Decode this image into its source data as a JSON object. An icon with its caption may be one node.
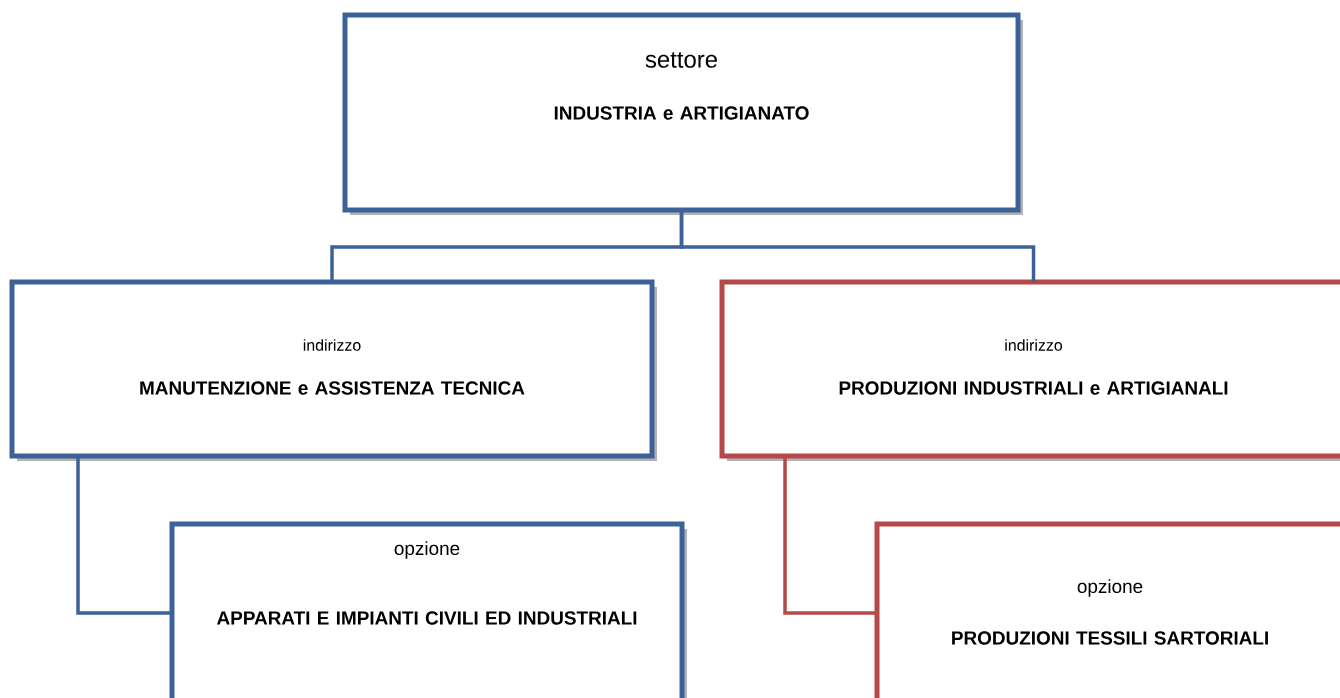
{
  "diagram": {
    "nodes": [
      {
        "text": [
          "settore",
          "INDUSTRIA e ARTIGIANATO"
        ]
      },
      {
        "text": [
          "indirizzo",
          "MANUTENZIONE e ASSISTENZA TECNICA"
        ]
      },
      {
        "text": [
          "indirizzo",
          "PRODUZIONI INDUSTRIALI e ARTIGIANALI"
        ]
      },
      {
        "text": [
          "opzione",
          "APPARATI E IMPIANTI CIVILI ED INDUSTRIALI"
        ]
      },
      {
        "text": [
          "opzione",
          "PRODUZIONI TESSILI SARTORIALI"
        ]
      }
    ],
    "edges": [
      {
        "from": 0,
        "to": 1,
        "arrow": "none"
      },
      {
        "from": 0,
        "to": 2,
        "arrow": "none"
      },
      {
        "from": 1,
        "to": 3,
        "arrow": "none"
      },
      {
        "from": 2,
        "to": 4,
        "arrow": "none",
        "color": "#b5494a"
      }
    ]
  }
}
